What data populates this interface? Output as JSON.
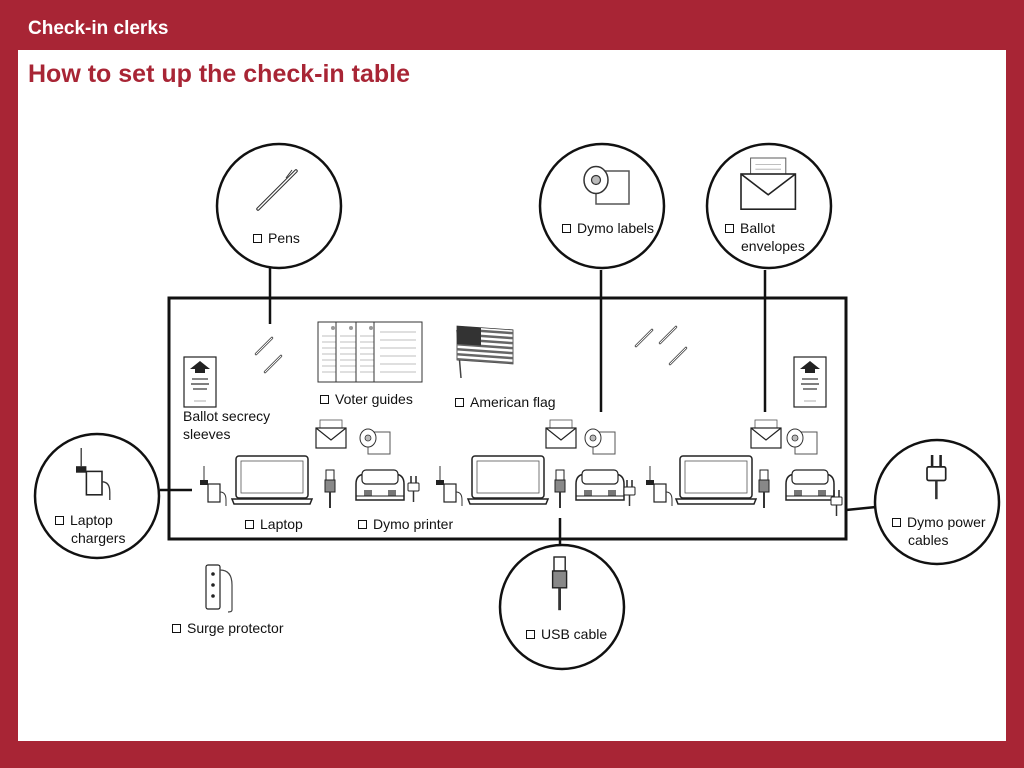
{
  "header": {
    "section": "Check-in clerks",
    "title": "How to set up the check-in table"
  },
  "items": {
    "pens": "Pens",
    "dymo_labels": "Dymo labels",
    "ballot_envelopes_1": "Ballot",
    "ballot_envelopes_2": "envelopes",
    "laptop_chargers_1": "Laptop",
    "laptop_chargers_2": "chargers",
    "dymo_power_1": "Dymo power",
    "dymo_power_2": "cables",
    "usb_cable": "USB cable",
    "surge_protector": "Surge protector",
    "laptop": "Laptop",
    "dymo_printer": "Dymo printer",
    "voter_guides": "Voter guides",
    "american_flag": "American flag",
    "secrecy_1": "Ballot secrecy",
    "secrecy_2": "sleeves"
  },
  "colors": {
    "brand": "#a82535",
    "ink": "#111111",
    "background": "#ffffff"
  },
  "icons": [
    "pen-icon",
    "label-roll-icon",
    "envelope-icon",
    "charger-icon",
    "power-plug-icon",
    "usb-plug-icon",
    "surge-protector-icon",
    "laptop-icon",
    "printer-icon",
    "document-icon",
    "flag-icon",
    "sleeve-icon"
  ]
}
